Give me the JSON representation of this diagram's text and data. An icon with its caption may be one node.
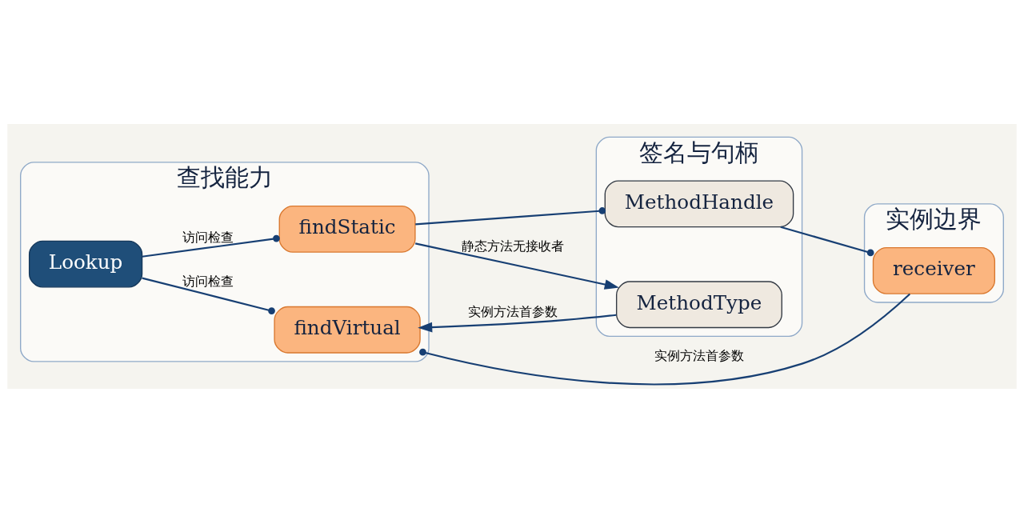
{
  "diagram": {
    "nodes": [
      {
        "text": [
          "查找能力"
        ]
      },
      {
        "text": [
          "签名与句柄"
        ]
      },
      {
        "text": [
          "实例边界"
        ]
      },
      {
        "text": [
          "Lookup"
        ],
        "in": 0
      },
      {
        "text": [
          "findStatic"
        ],
        "in": 0
      },
      {
        "text": [
          "findVirtual"
        ],
        "in": 0
      },
      {
        "text": [
          "MethodType"
        ],
        "in": 1
      },
      {
        "text": [
          "MethodHandle"
        ],
        "in": 1
      },
      {
        "text": [
          "receiver"
        ],
        "in": 2
      }
    ],
    "edges": [
      {
        "from": 3,
        "to": 4,
        "arrow": "other",
        "label": "访问检查"
      },
      {
        "from": 3,
        "to": 5,
        "arrow": "other",
        "label": "访问检查"
      },
      {
        "from": 4,
        "to": 6,
        "arrow": "to",
        "label": "静态方法无接收者"
      },
      {
        "from": 4,
        "to": 7,
        "arrow": "other"
      },
      {
        "from": 6,
        "to": 5,
        "arrow": "to",
        "label": "实例方法首参数"
      },
      {
        "from": 7,
        "to": 8,
        "arrow": "other"
      },
      {
        "from": 8,
        "to": 5,
        "arrow": "other",
        "label": "实例方法首参数"
      }
    ]
  }
}
